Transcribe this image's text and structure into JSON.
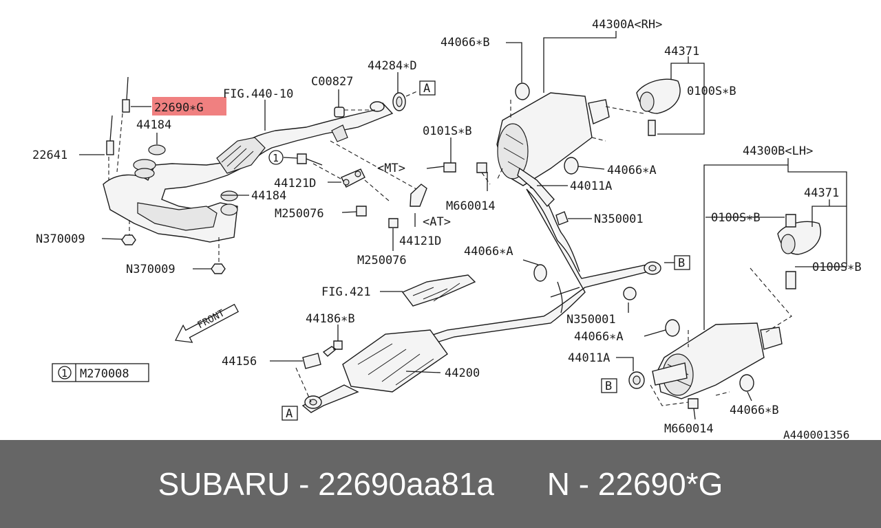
{
  "colors": {
    "highlight": "#f08080",
    "footer_bg": "#666666",
    "footer_text": "#ffffff",
    "ink": "#1a1a1a"
  },
  "labels": {
    "l_22690g": "22690∗G",
    "l_fig440": "FIG.440-10",
    "l_c00827": "C00827",
    "l_44284d": "44284∗D",
    "l_a1": "A",
    "l_44184_top": "44184",
    "l_22641": "22641",
    "l_0101sb": "0101S∗B",
    "l_circle1": "1",
    "l_mt": "<MT>",
    "l_44121d_1": "44121D",
    "l_44184_2": "44184",
    "l_m250076_1": "M250076",
    "l_at": "<AT>",
    "l_44121d_2": "44121D",
    "l_m250076_2": "M250076",
    "l_n370009_1": "N370009",
    "l_n370009_2": "N370009",
    "l_front": "FRONT",
    "l_44066b_1": "44066∗B",
    "l_44300a": "44300A<RH>",
    "l_44371_1": "44371",
    "l_0100sb_1": "0100S∗B",
    "l_44066a_1": "44066∗A",
    "l_44011a_1": "44011A",
    "l_m660014_1": "M660014",
    "l_n350001_1": "N350001",
    "l_44066a_2": "44066∗A",
    "l_b1": "B",
    "l_fig421": "FIG.421",
    "l_44186b": "44186∗B",
    "l_n350001_2": "N350001",
    "l_44066a_3": "44066∗A",
    "l_44300b": "44300B<LH>",
    "l_44371_2": "44371",
    "l_0100sb_2": "0100S∗B",
    "l_0100sb_3": "0100S∗B",
    "l_44156": "44156",
    "l_44200": "44200",
    "l_44011a_2": "44011A",
    "l_b2": "B",
    "l_a2": "A",
    "l_44066b_2": "44066∗B",
    "l_m660014_2": "M660014",
    "l_legend_num": "1",
    "l_legend_code": "M270008",
    "l_ref": "A440001356"
  },
  "footer": {
    "text": "SUBARU - 22690aa81a      N - 22690*G"
  }
}
